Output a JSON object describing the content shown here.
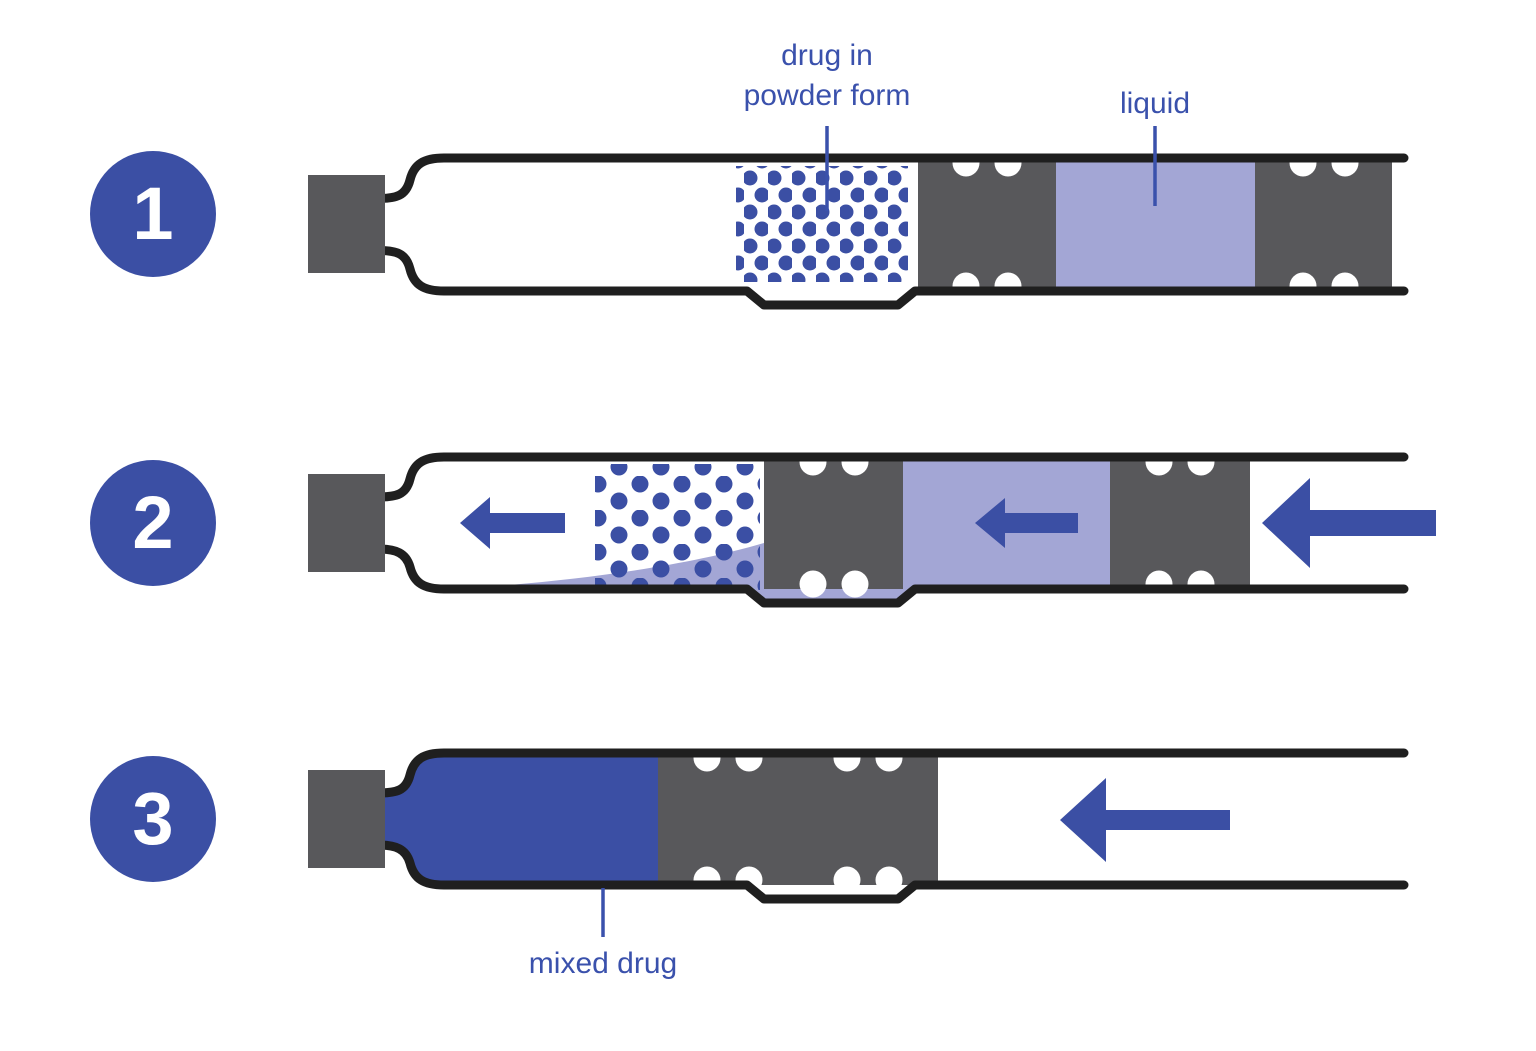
{
  "labels": {
    "drug_powder_line1": "drug in",
    "drug_powder_line2": "powder form",
    "liquid": "liquid",
    "mixed_drug": "mixed drug"
  },
  "steps": [
    {
      "number": "1"
    },
    {
      "number": "2"
    },
    {
      "number": "3"
    }
  ],
  "colors": {
    "primary_blue": "#3B4FA4",
    "label_blue": "#3A51AC",
    "liquid_purple": "#A3A6D5",
    "rubber_gray": "#58585B",
    "outline_black": "#1F1F1F",
    "background": "#FFFFFF",
    "notch_white": "#FFFFFF"
  }
}
